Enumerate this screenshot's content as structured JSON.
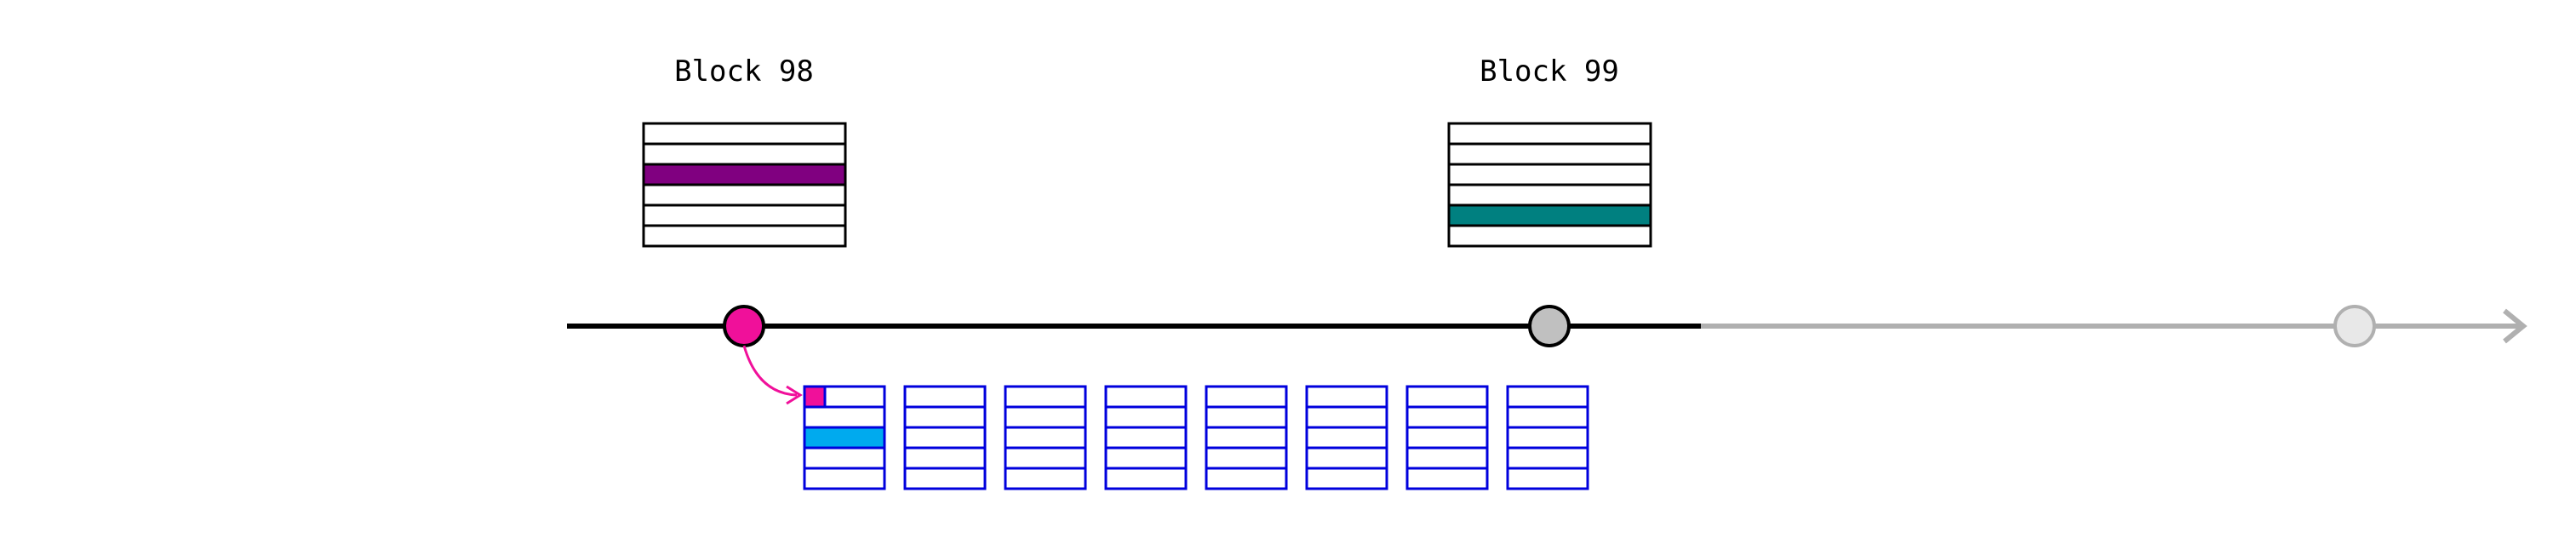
{
  "blocks": [
    {
      "title": "Block 98",
      "highlight_row": 3,
      "highlight_color": "#800080",
      "rows": 6
    },
    {
      "title": "Block 99",
      "highlight_row": 5,
      "highlight_color": "#008080",
      "rows": 6
    }
  ],
  "timeline": {
    "solid_color": "#000000",
    "future_color": "#b0b0b0",
    "nodes": [
      {
        "fill": "#f0109a",
        "stroke": "#000000"
      },
      {
        "fill": "#c0c0c0",
        "stroke": "#000000"
      },
      {
        "fill": "#e8e8e8",
        "stroke": "#b0b0b0"
      }
    ],
    "arrow_color": "#f0109a"
  },
  "buffer_grids": {
    "count": 8,
    "rows": 5,
    "stroke_color": "#0000dd",
    "first_grid": {
      "corner_marker_color": "#f0109a",
      "highlight_row": 3,
      "highlight_color": "#00aaee"
    }
  }
}
